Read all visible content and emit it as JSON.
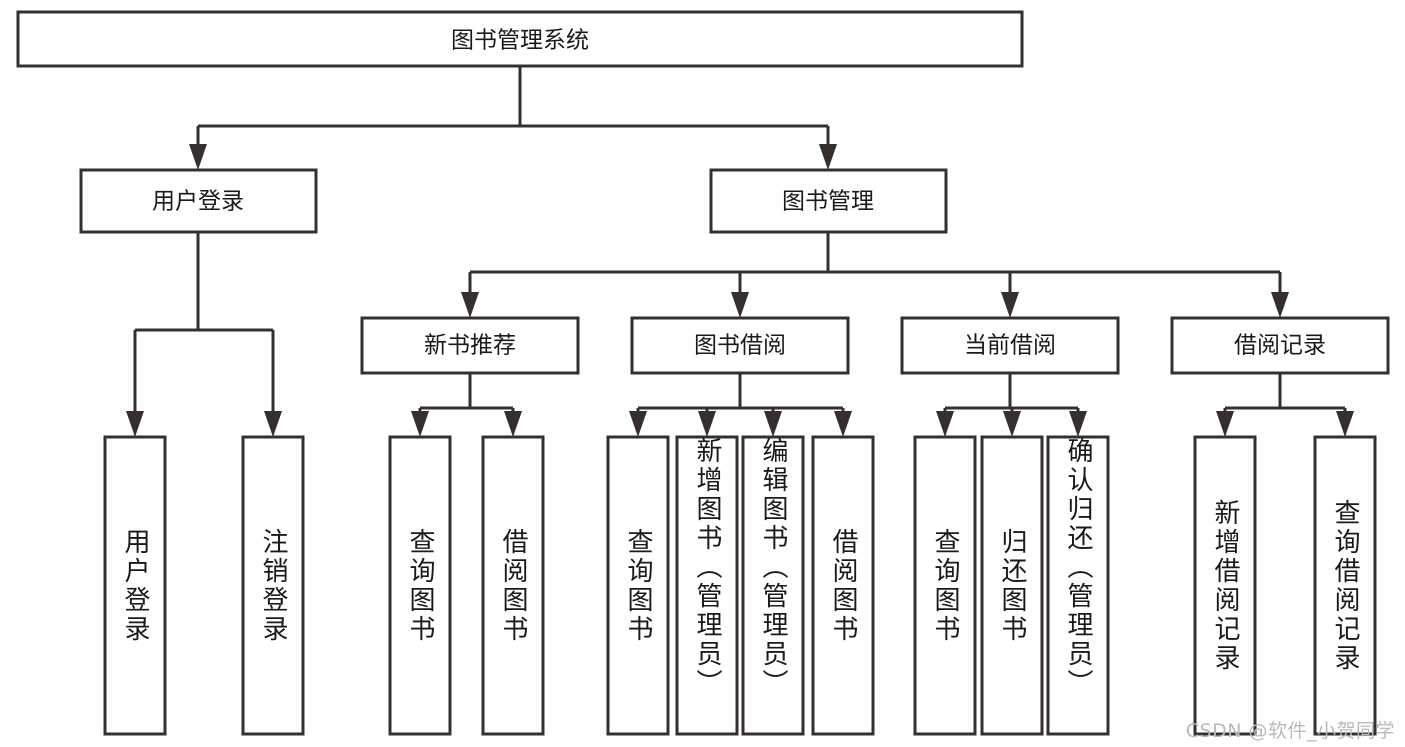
{
  "diagram": {
    "title": "图书管理系统",
    "type": "tree",
    "watermark": "CSDN @软件_小贺同学",
    "colors": {
      "stroke": "#33302f",
      "box_fill": "#ffffff",
      "text": "#1a1a1a",
      "background": "#ffffff",
      "watermark": "#b9b9b9"
    },
    "root": {
      "label": "图书管理系统"
    },
    "level2": [
      {
        "id": "user-login",
        "label": "用户登录"
      },
      {
        "id": "book-management",
        "label": "图书管理"
      }
    ],
    "level3": [
      {
        "id": "new-book-recommend",
        "label": "新书推荐",
        "parent": "book-management"
      },
      {
        "id": "book-borrow",
        "label": "图书借阅",
        "parent": "book-management"
      },
      {
        "id": "current-borrow",
        "label": "当前借阅",
        "parent": "book-management"
      },
      {
        "id": "borrow-record",
        "label": "借阅记录",
        "parent": "book-management"
      }
    ],
    "leaves": [
      {
        "id": "leaf-user-login",
        "label": "用户登录",
        "parent": "user-login"
      },
      {
        "id": "leaf-user-logout",
        "label": "注销登录",
        "parent": "user-login"
      },
      {
        "id": "leaf-query-book-1",
        "label": "查询图书",
        "parent": "new-book-recommend"
      },
      {
        "id": "leaf-borrow-book-1",
        "label": "借阅图书",
        "parent": "new-book-recommend"
      },
      {
        "id": "leaf-query-book-2",
        "label": "查询图书",
        "parent": "book-borrow"
      },
      {
        "id": "leaf-add-book",
        "label": "新增图书（管理员）",
        "parent": "book-borrow"
      },
      {
        "id": "leaf-edit-book",
        "label": "编辑图书（管理员）",
        "parent": "book-borrow"
      },
      {
        "id": "leaf-borrow-book-2",
        "label": "借阅图书",
        "parent": "book-borrow"
      },
      {
        "id": "leaf-query-book-3",
        "label": "查询图书",
        "parent": "current-borrow"
      },
      {
        "id": "leaf-return-book",
        "label": "归还图书",
        "parent": "current-borrow"
      },
      {
        "id": "leaf-confirm-return",
        "label": "确认归还（管理员）",
        "parent": "current-borrow"
      },
      {
        "id": "leaf-add-record",
        "label": "新增借阅记录",
        "parent": "borrow-record"
      },
      {
        "id": "leaf-query-record",
        "label": "查询借阅记录",
        "parent": "borrow-record"
      }
    ]
  }
}
